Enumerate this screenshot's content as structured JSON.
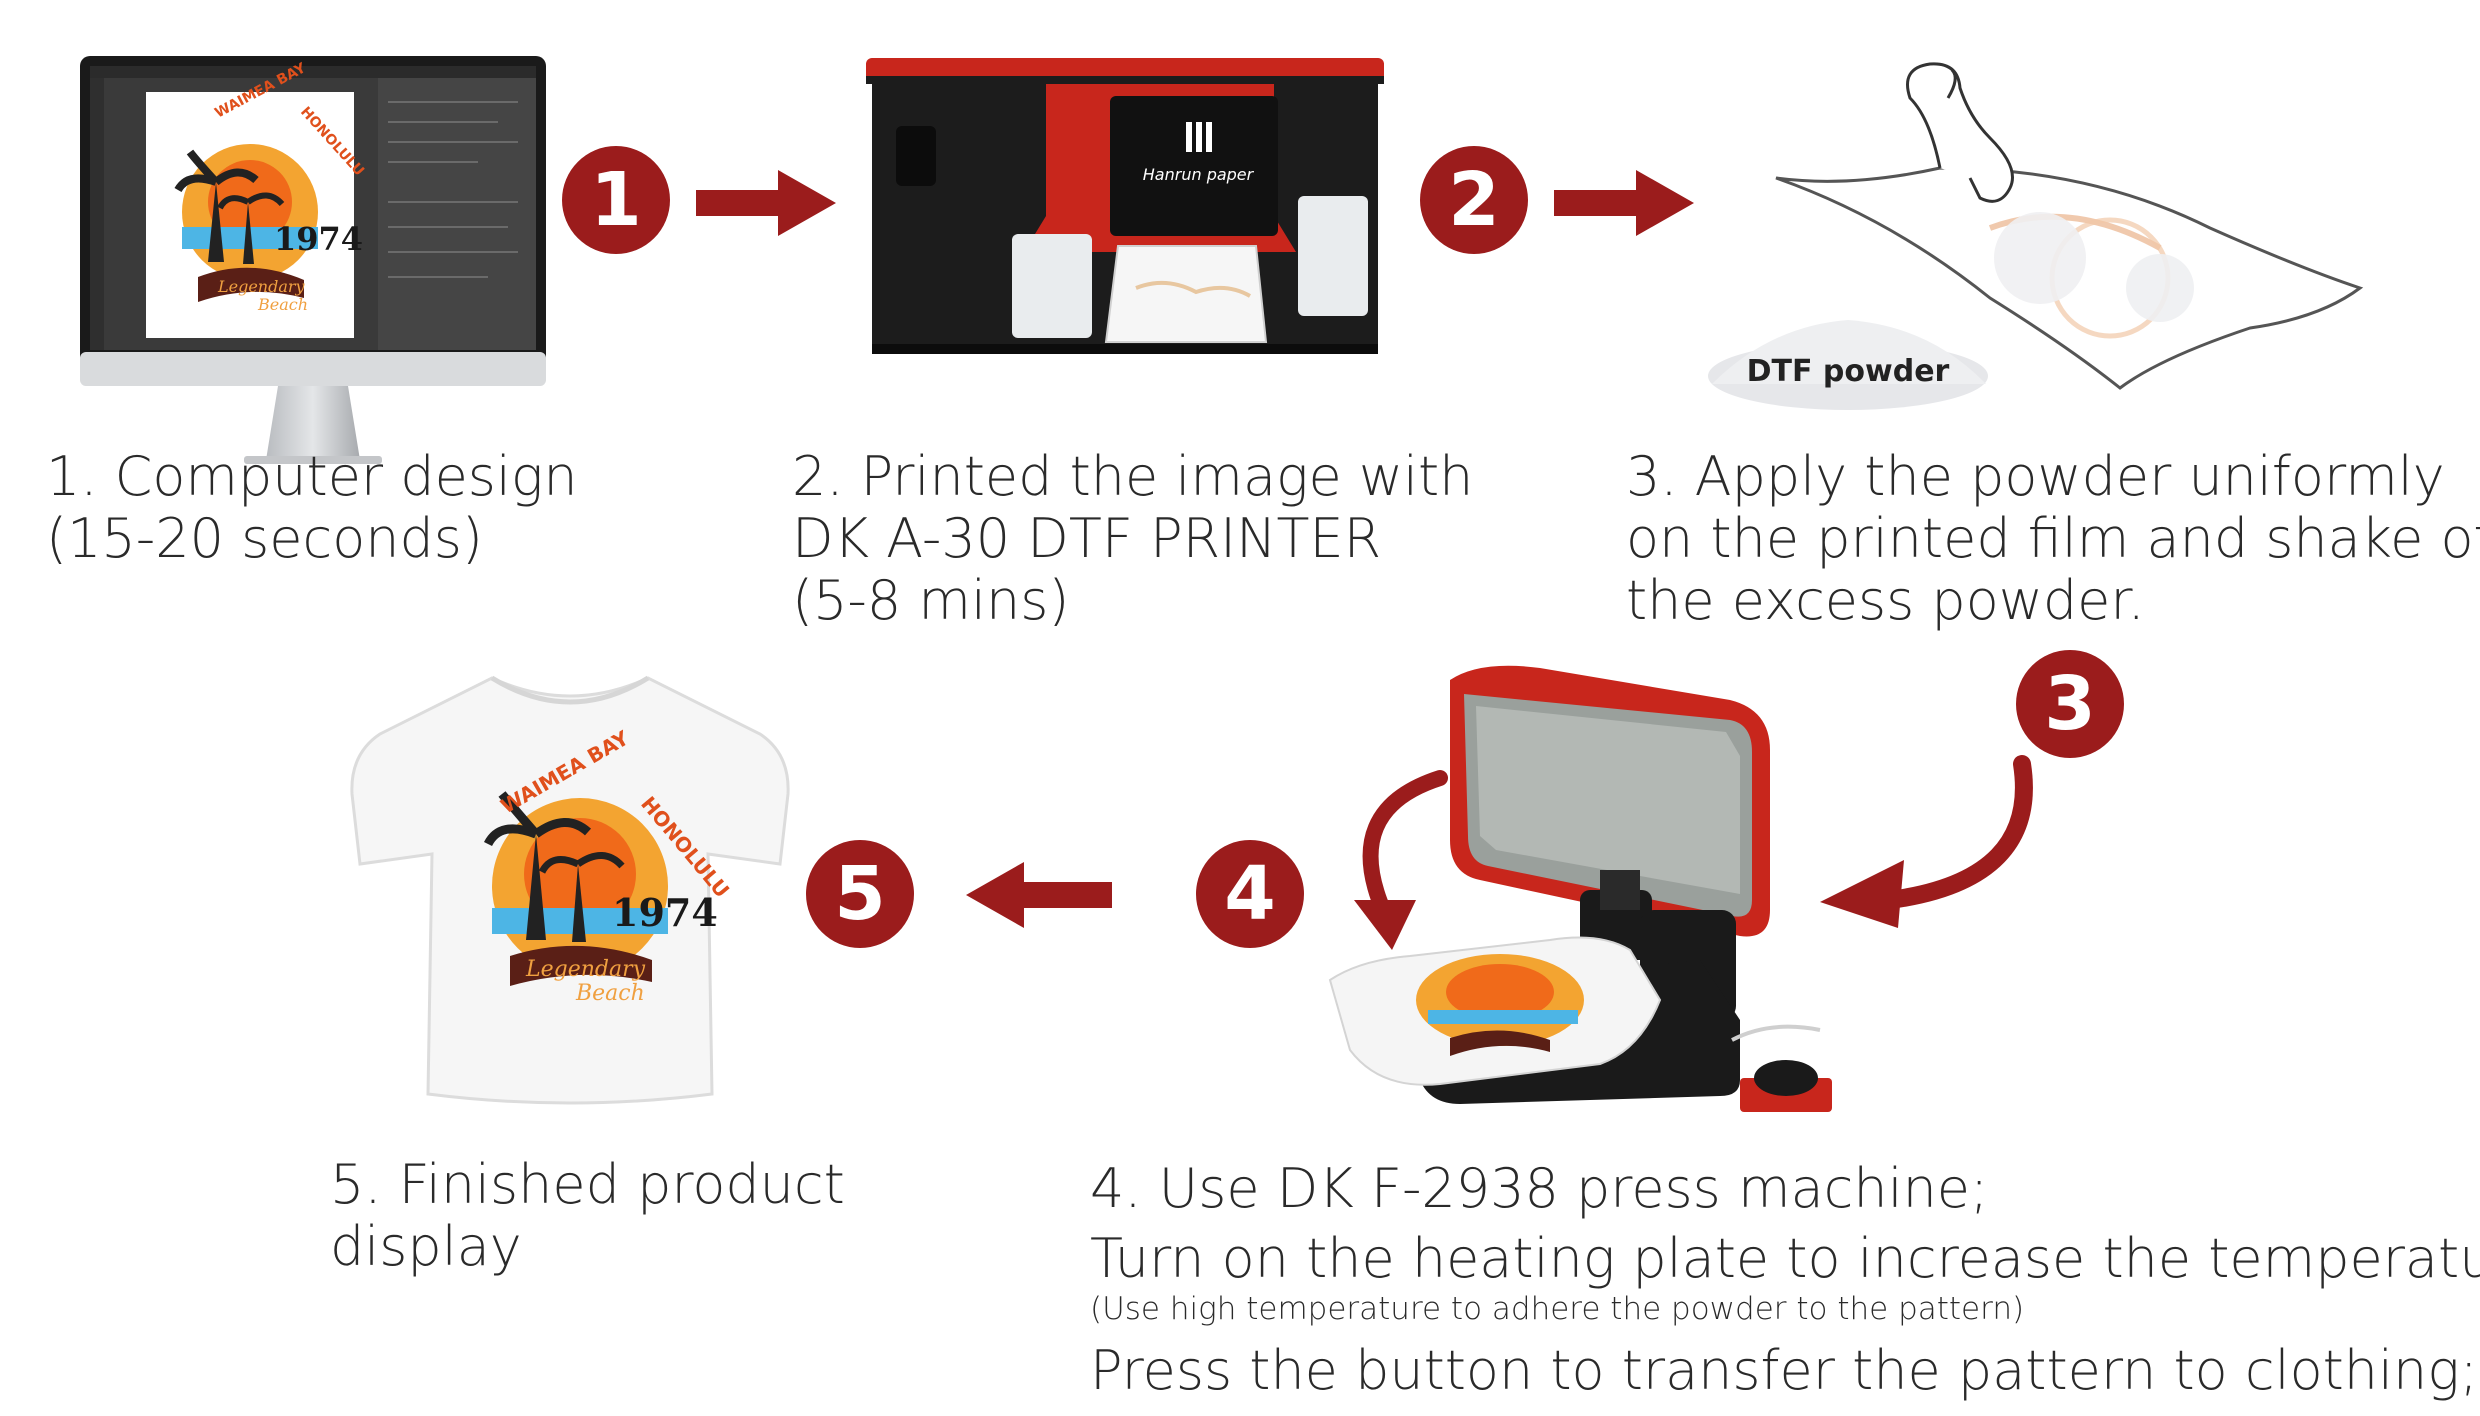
{
  "colors": {
    "accent": "#9b1c1c",
    "text": "#2a2a2a",
    "printer_red": "#c8261c",
    "printer_black": "#1c1c1c"
  },
  "badges": [
    "1",
    "2",
    "3",
    "4",
    "5"
  ],
  "steps": {
    "step1": {
      "lines": [
        "1. Computer design",
        "(15-20 seconds)"
      ]
    },
    "step2": {
      "lines": [
        "2. Printed the image with",
        "DK A-30 DTF PRINTER",
        "(5-8 mins)"
      ]
    },
    "step3": {
      "lines": [
        "3. Apply the powder uniformly",
        "on the printed film and shake off",
        "the excess powder."
      ]
    },
    "step4": {
      "lines": [
        "4. Use DK F-2938 press machine;",
        "Turn on the heating plate to increase the temperature;"
      ],
      "note": "(Use high temperature to adhere the powder to the pattern)",
      "last": "Press the button to transfer the pattern to clothing;"
    },
    "step5": {
      "lines": [
        "5. Finished product",
        "display"
      ]
    }
  },
  "illustrations": {
    "monitor": {
      "icon": "monitor-icon"
    },
    "printer": {
      "icon": "printer-icon",
      "brand": "Hanrun paper"
    },
    "powder": {
      "icon": "powder-pile-icon",
      "label": "DTF powder"
    },
    "press": {
      "icon": "heat-press-icon"
    },
    "tshirt": {
      "icon": "tshirt-icon"
    }
  },
  "design_art": {
    "top_text": "WAIMEA BAY - HONOLULU",
    "year": "1974",
    "script_line1": "Legendary",
    "script_line2": "Beach"
  }
}
